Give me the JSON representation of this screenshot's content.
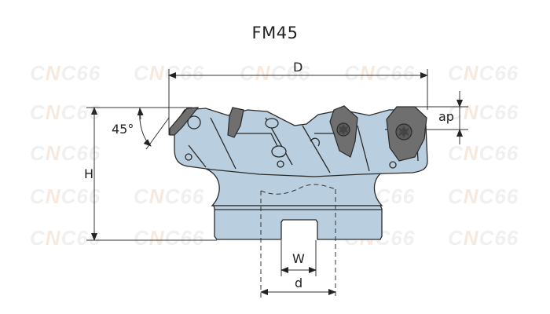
{
  "title": "FM45",
  "watermark": {
    "text_prefix": "C",
    "text_accent": "N",
    "text_suffix": "C66"
  },
  "dimensions": {
    "diameter": "D",
    "height": "H",
    "angle": "45°",
    "depth_of_cut": "ap",
    "keyway_width": "W",
    "bore_diameter": "d"
  },
  "colors": {
    "body": "#b9cfdf",
    "insert": "#6f6f6f",
    "outline": "#2a2a2a",
    "dim_line": "#333333"
  }
}
